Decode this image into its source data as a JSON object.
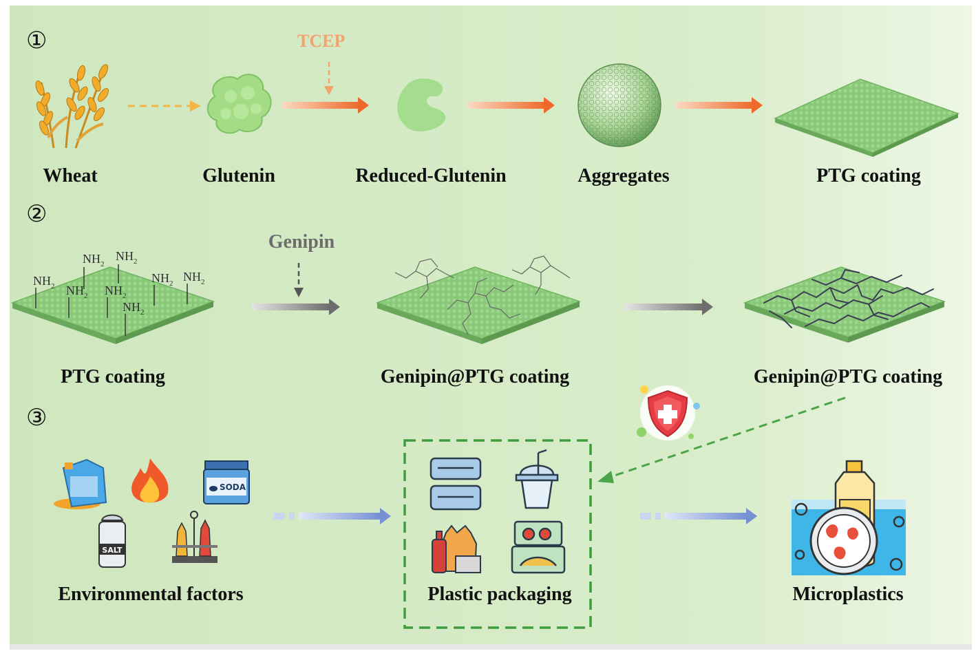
{
  "steps": [
    "①",
    "②",
    "③"
  ],
  "row1": {
    "labels": [
      "Wheat",
      "Glutenin",
      "Reduced-Glutenin",
      "Aggregates",
      "PTG coating"
    ],
    "reagent": "TCEP"
  },
  "row2": {
    "labels": [
      "PTG coating",
      "Genipin@PTG coating",
      "Genipin@PTG coating"
    ],
    "reagent": "Genipin",
    "amine": "NH",
    "amine_sub": "2"
  },
  "row3": {
    "labels": [
      "Environmental factors",
      "Plastic packaging",
      "Microplastics"
    ],
    "soda_text": "SODA",
    "salt_text": "SALT"
  },
  "colors": {
    "background": "#d8ecc9",
    "orange_arrow": "#f07a3a",
    "gray_arrow": "#7a7a7a",
    "blue_arrow": "#7f98d8",
    "dashed_green": "#4aa54a",
    "coating_green": "#7ac86a"
  }
}
